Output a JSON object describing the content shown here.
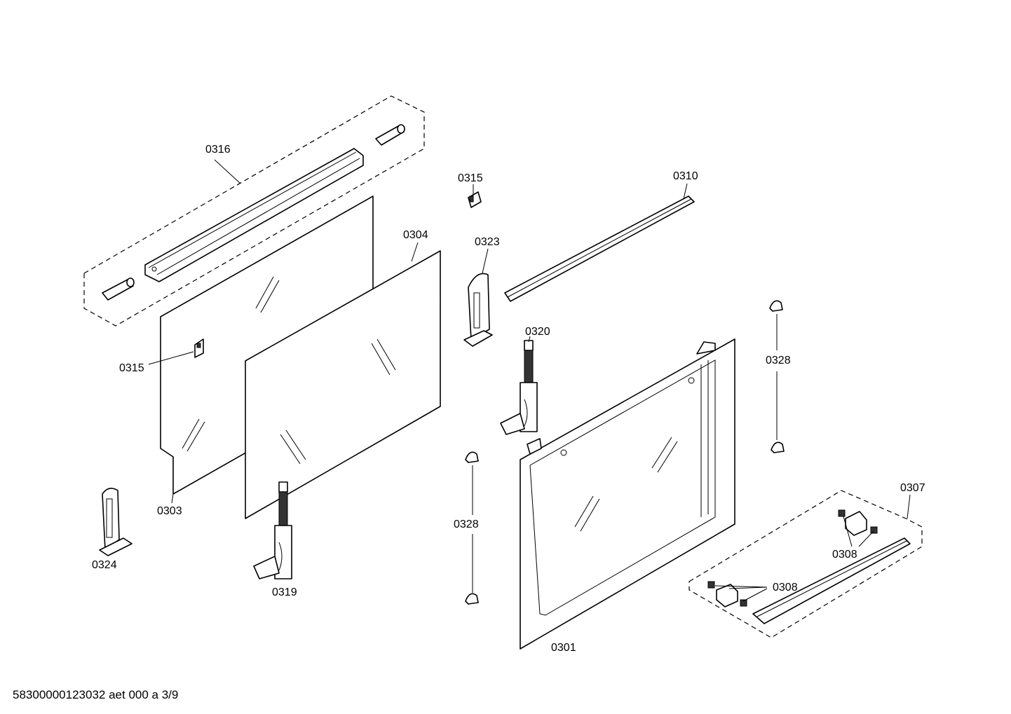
{
  "diagram": {
    "labels": {
      "p0316": "0316",
      "p0315_top": "0315",
      "p0310": "0310",
      "p0304": "0304",
      "p0323": "0323",
      "p0320": "0320",
      "p0328_right": "0328",
      "p0315_left": "0315",
      "p0303": "0303",
      "p0324": "0324",
      "p0319": "0319",
      "p0328_mid": "0328",
      "p0307": "0307",
      "p0308_right": "0308",
      "p0308_left": "0308",
      "p0301": "0301"
    },
    "footer": "58300000123032 aet 000 a 3/9"
  }
}
